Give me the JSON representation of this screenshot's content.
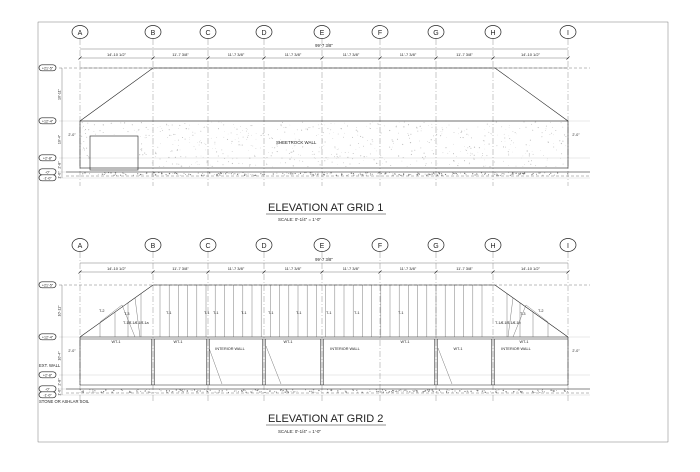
{
  "grid_labels": [
    "A",
    "B",
    "C",
    "D",
    "E",
    "F",
    "G",
    "H",
    "I"
  ],
  "overall_dim": "99'-7 3/8\"",
  "spacing_dims": [
    "14'-10 1/2\"",
    "11'-7 3/8\"",
    "11'-7 3/8\"",
    "11'-7 3/8\"",
    "11'-7 3/8\"",
    "11'-7 3/8\"",
    "11'-7 3/8\"",
    "14'-10 1/2\""
  ],
  "levels": [
    "+21'-5\"",
    "+12'-4\"",
    "+2'-8\"",
    "-0\"",
    "-1'-0\""
  ],
  "height_dims": [
    "10'-11\"",
    "10'-4\"",
    "2'-8\"",
    "1'-0\""
  ],
  "side_dim": "2'-0\"",
  "elevation1": {
    "title": "ELEVATION AT GRID 1",
    "scale": "SCALE: 0'-1/4\" = 1'-0\"",
    "wall_label": "SHEETROCK WALL"
  },
  "elevation2": {
    "title": "ELEVATION AT GRID 2",
    "scale": "SCALE: 0'-1/4\" = 1'-0\"",
    "ext_wall": "EXT. WALL",
    "soil": "STONE OR ASHLAR SOIL",
    "truss_labels_left": [
      "T-2",
      "T-3",
      "T-1b",
      "T-1a",
      "T-1b",
      "T-1a"
    ],
    "truss_labels_right": [
      "T-1a",
      "T-1b",
      "T-1a",
      "T-1b",
      "T-3",
      "T-2"
    ],
    "truss_mid": [
      "T-1",
      "T-1",
      "T-1",
      "T-1",
      "T-1",
      "T-1",
      "T-1",
      "T-1",
      "T-1"
    ],
    "wall_labels": [
      "WT-1",
      "WT-1",
      "INTERIOR WALL",
      "WT-1",
      "INTERIOR WALL",
      "WT-1",
      "WT-1",
      "INTERIOR WALL",
      "WT-1"
    ]
  }
}
